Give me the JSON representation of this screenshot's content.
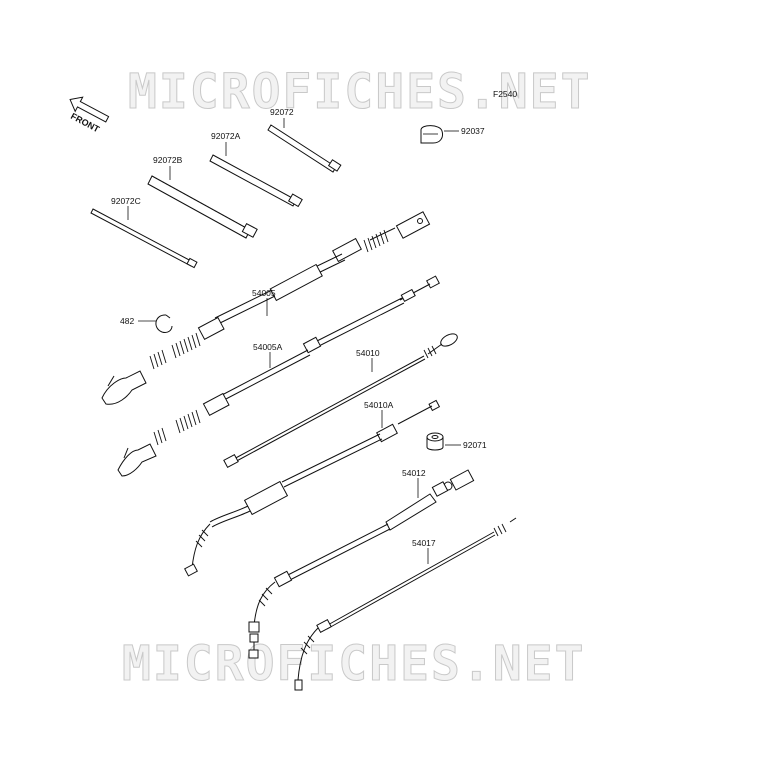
{
  "watermark": {
    "text": "MICROFICHES.NET"
  },
  "diagram": {
    "code": "F2540",
    "front_label": "FRONT",
    "parts": [
      {
        "id": "p-92072",
        "number": "92072"
      },
      {
        "id": "p-92072a",
        "number": "92072A"
      },
      {
        "id": "p-92072b",
        "number": "92072B"
      },
      {
        "id": "p-92072c",
        "number": "92072C"
      },
      {
        "id": "p-92037",
        "number": "92037"
      },
      {
        "id": "p-54005",
        "number": "54005"
      },
      {
        "id": "p-482",
        "number": "482"
      },
      {
        "id": "p-54005a",
        "number": "54005A"
      },
      {
        "id": "p-54010",
        "number": "54010"
      },
      {
        "id": "p-54010a",
        "number": "54010A"
      },
      {
        "id": "p-92071",
        "number": "92071"
      },
      {
        "id": "p-54012",
        "number": "54012"
      },
      {
        "id": "p-54017",
        "number": "54017"
      }
    ]
  }
}
